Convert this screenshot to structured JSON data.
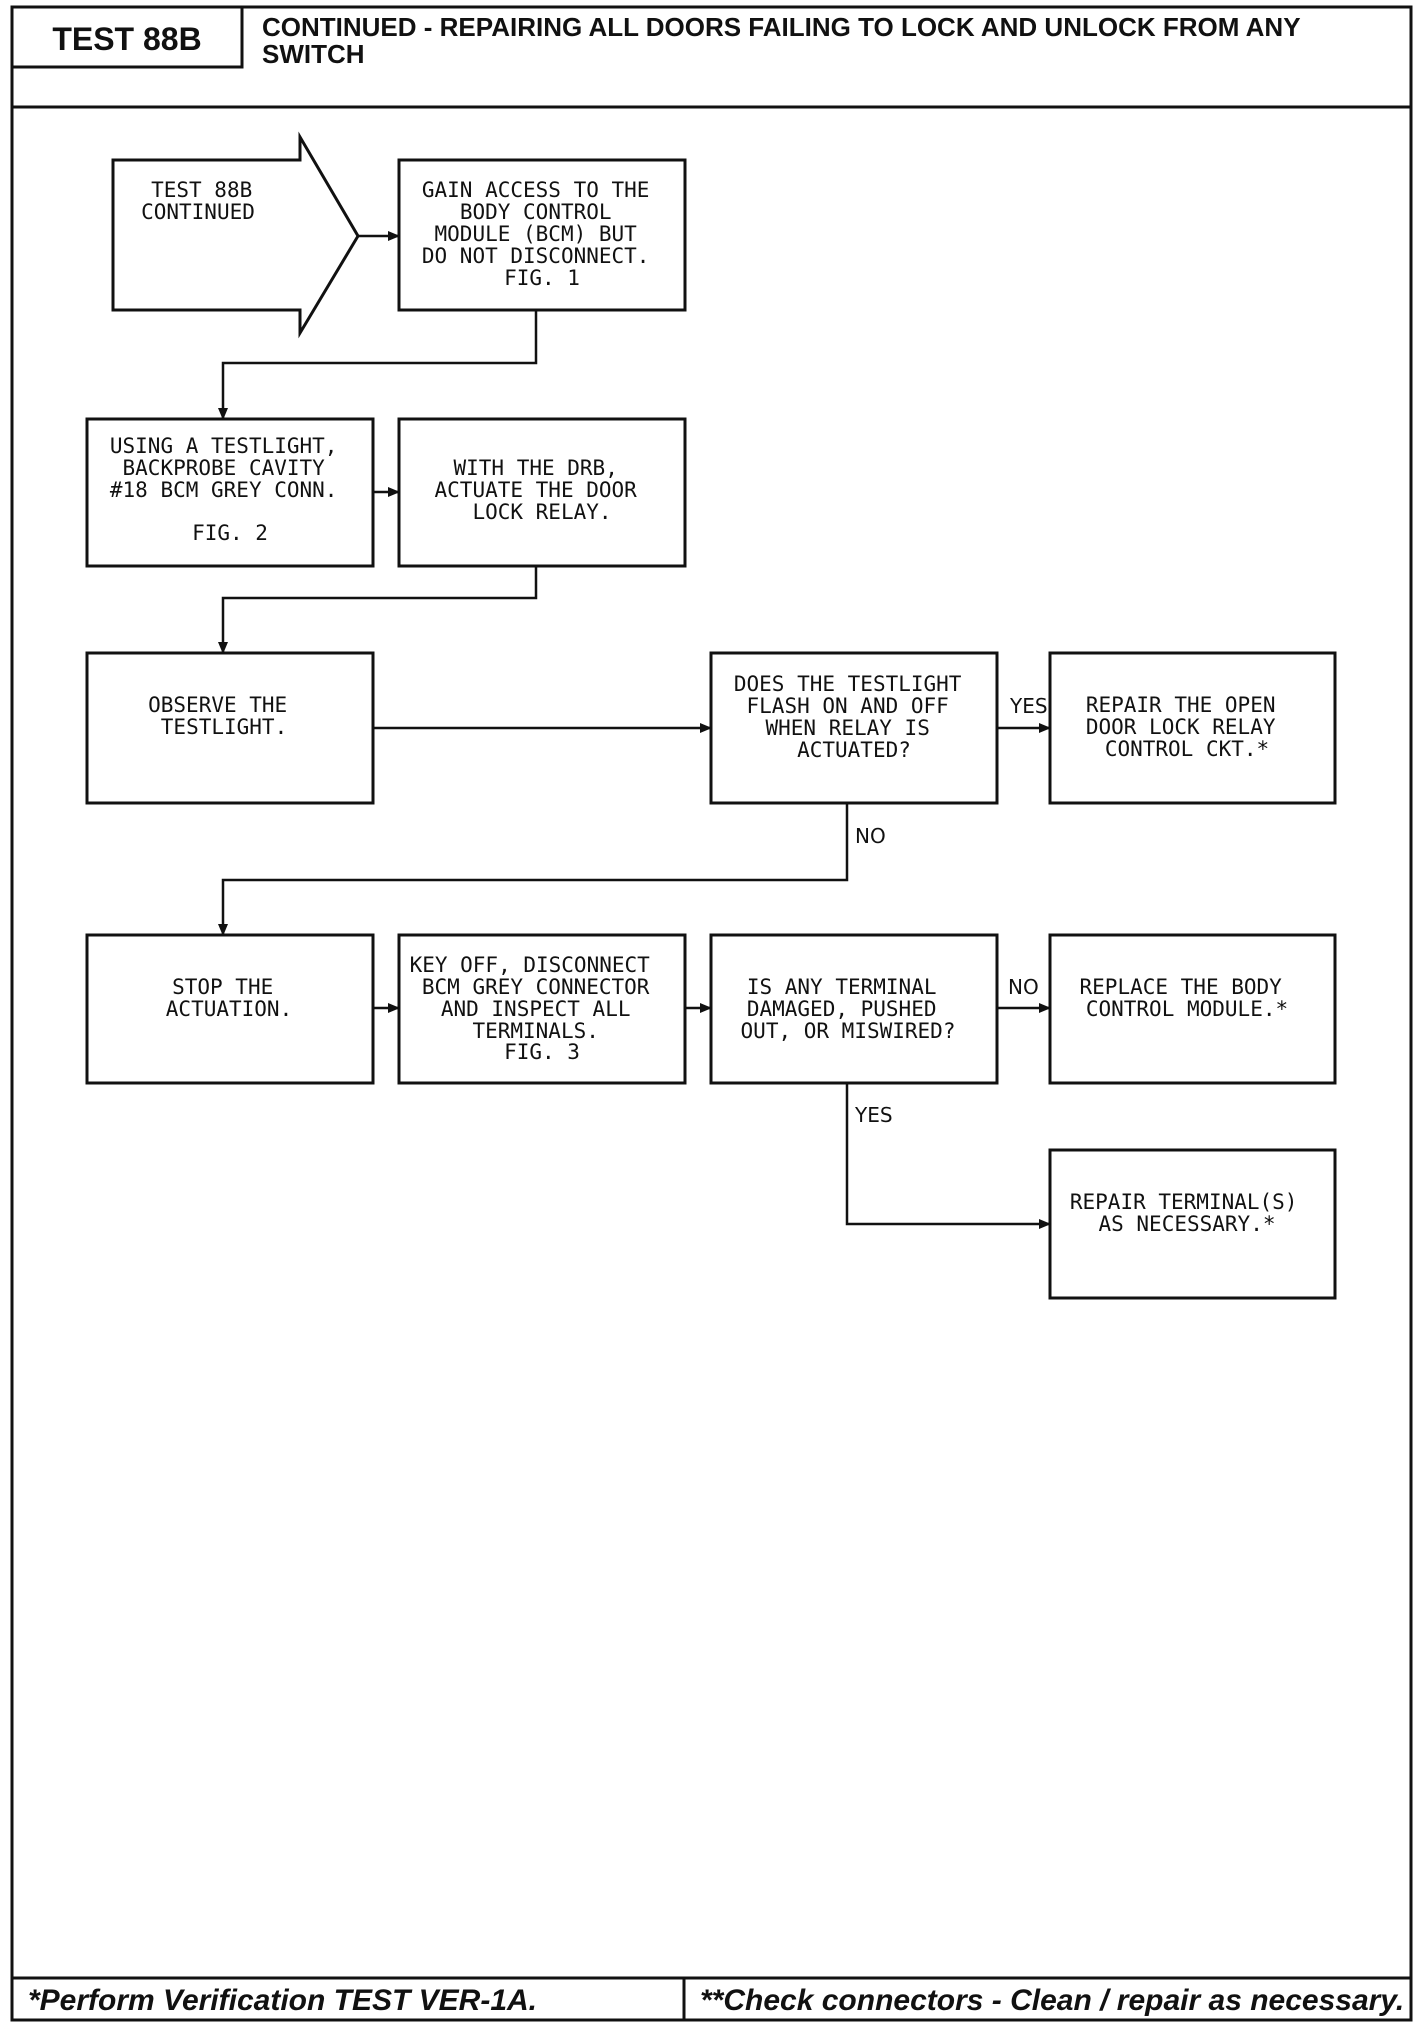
{
  "header": {
    "test_id": "TEST 88B",
    "title_line1": "CONTINUED - REPAIRING ALL DOORS FAILING TO LOCK AND UNLOCK FROM ANY",
    "title_line2": "SWITCH"
  },
  "flowchart": {
    "start": [
      "TEST 88B",
      "CONTINUED"
    ],
    "gain_access": [
      "GAIN ACCESS TO THE",
      "BODY CONTROL",
      "MODULE (BCM) BUT",
      "DO NOT DISCONNECT.",
      "FIG. 1"
    ],
    "using_testlight": [
      "USING A TESTLIGHT,",
      "BACKPROBE CAVITY",
      "#18 BCM GREY CONN.",
      "",
      "FIG. 2"
    ],
    "actuate_relay": [
      "WITH THE DRB,",
      "ACTUATE THE DOOR",
      "LOCK RELAY."
    ],
    "observe": [
      "OBSERVE THE",
      "TESTLIGHT."
    ],
    "decision_flash": [
      "DOES THE TESTLIGHT",
      "FLASH ON AND OFF",
      "WHEN RELAY IS",
      "ACTUATED?"
    ],
    "repair_open_ckt": [
      "REPAIR THE OPEN",
      "DOOR LOCK RELAY",
      "CONTROL CKT.*"
    ],
    "stop_actuation": [
      "STOP THE",
      "ACTUATION."
    ],
    "key_off": [
      "KEY OFF, DISCONNECT",
      "BCM GREY CONNECTOR",
      "AND INSPECT ALL",
      "TERMINALS.",
      "FIG. 3"
    ],
    "decision_terminal": [
      "IS ANY TERMINAL",
      "DAMAGED, PUSHED",
      "OUT, OR MISWIRED?"
    ],
    "replace_bcm": [
      "REPLACE THE BODY",
      "CONTROL MODULE.*"
    ],
    "repair_terminals": [
      "REPAIR TERMINAL(S)",
      "AS NECESSARY.*"
    ],
    "labels": {
      "yes_flash": "YES",
      "no_flash": "NO",
      "no_terminal": "NO",
      "yes_terminal": "YES"
    }
  },
  "footer": {
    "left": "*Perform Verification TEST VER-1A.",
    "right": "**Check connectors - Clean / repair as necessary."
  }
}
